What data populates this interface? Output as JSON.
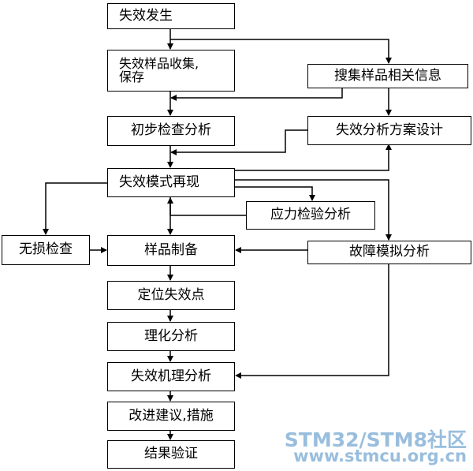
{
  "nodes": {
    "failure_occurs": "失效发生",
    "sample_collect": "失效样品收集,\n保存",
    "collect_info": "搜集样品相关信息",
    "initial_check": "初步检查分析",
    "analysis_plan": "失效分析方案设计",
    "mode_reproduce": "失效模式再现",
    "stress_test": "应力检验分析",
    "nondestructive": "无损检查",
    "sample_prep": "样品制备",
    "fault_simulation": "故障模拟分析",
    "locate_point": "定位失效点",
    "physchem_analysis": "理化分析",
    "mechanism_analysis": "失效机理分析",
    "improvement": "改进建议,措施",
    "result_verify": "结果验证"
  },
  "watermark": {
    "line1": "STM32/STM8社区",
    "line2": "www.stmcu.org.cn"
  },
  "colors": {
    "line": "#000000",
    "watermark": "#8fb7da"
  }
}
